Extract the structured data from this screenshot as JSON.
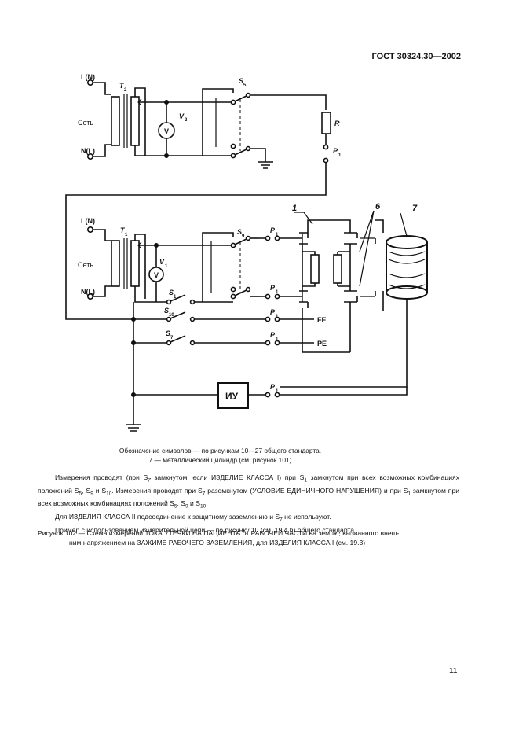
{
  "header": {
    "standard": "ГОСТ 30324.30—2002"
  },
  "diagram": {
    "mains1": "Сеть",
    "mains2": "Сеть",
    "L": "L(N)",
    "N": "N(L)",
    "T2": "T",
    "T2sub": "2",
    "T1": "T",
    "T1sub": "1",
    "V2": "V",
    "V2sub": "2",
    "V1": "V",
    "V1sub": "1",
    "V": "V",
    "S": "S",
    "sub5": "5",
    "sub9": "9",
    "sub1": "1",
    "sub10": "10",
    "sub7": "7",
    "R": "R",
    "P": "P",
    "Psub": "1",
    "FE": "FE",
    "PE": "PE",
    "IU": "ИУ",
    "call1": "1",
    "call6": "6",
    "call7": "7"
  },
  "caption": {
    "line1": "Обозначение символов — по рисункам 10—27 общего стандарта.",
    "line2": "7 — металлический цилиндр (см. рисунок 101)"
  },
  "text": {
    "p1a": "Измерения проводят (при S",
    "p1b": "7",
    "p1c": " замкнутом, если ИЗДЕЛИЕ КЛАССА I) при S",
    "p1d": "1",
    "p1e": " замкнутом при всех возможных комбинациях положений S",
    "p1f": "5",
    "p1g": ", S",
    "p1h": "9",
    "p1i": " и S",
    "p1j": "10",
    "p1k": ". Измерения проводят при S",
    "p1l": "7",
    "p1m": " разомкнутом (УСЛОВИЕ ЕДИНИЧНОГО НАРУШЕНИЯ) и при S",
    "p1n": "1",
    "p1o": " замкнутом при всех возможных комбинациях положений S",
    "p1p": "5",
    "p1q": ", S",
    "p1r": "9",
    "p1s": " и S",
    "p1t": "10",
    "p1u": ".",
    "p2a": "Для ИЗДЕЛИЯ КЛАССА II подсоединение к защитному заземлению и S",
    "p2b": "7",
    "p2c": " не используют.",
    "p3": "Пример с использованием измерительной цепи — по рисунку 10 (см. 19.4 h) общего стандарта.",
    "fig1": "Рисунок 102 — Схема измерений ТОКА УТЕЧКИ НА ПАЦИЕНТА от РАБОЧЕЙ ЧАСТИ на землю, вызванного внеш-",
    "fig2": "ним напряжением на ЗАЖИМЕ РАБОЧЕГО ЗАЗЕМЛЕНИЯ, для ИЗДЕЛИЯ КЛАССА I (см. 19.3)"
  },
  "page_number": "11"
}
